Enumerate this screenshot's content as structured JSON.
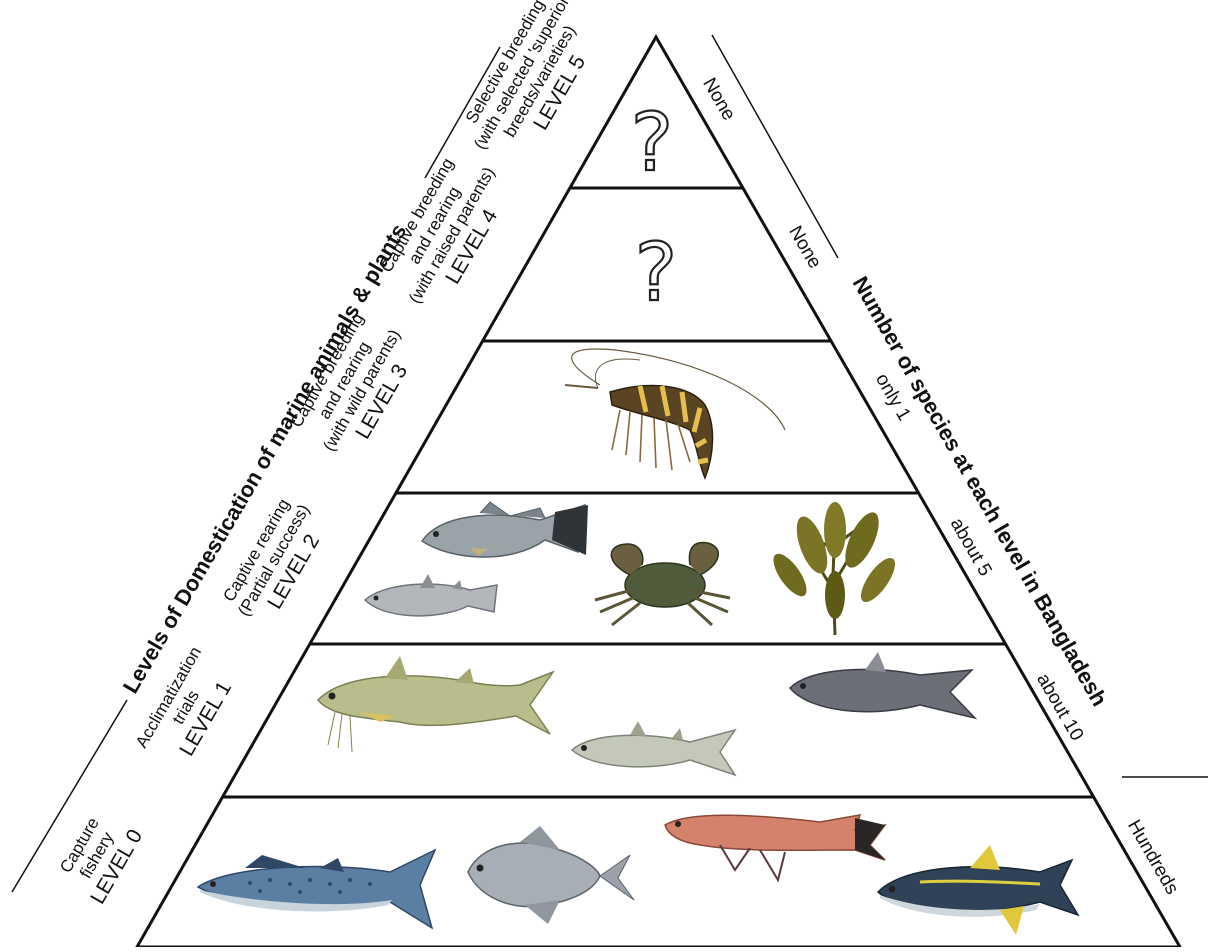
{
  "titles": {
    "left": "Levels of Domestication of marine animals & plants",
    "right": "Number of species at each level in Bangladesh"
  },
  "levels": [
    {
      "name": "LEVEL 5",
      "line1": "Selective breeding",
      "line2": "(with selected 'superior'",
      "line3": "breeds/varieties)",
      "count": "None"
    },
    {
      "name": "LEVEL 4",
      "line1": "Captive breeding",
      "line2": "and rearing",
      "line3": "(with raised parents)",
      "count": "None"
    },
    {
      "name": "LEVEL 3",
      "line1": "Captive breeding",
      "line2": "and rearing",
      "line3": "(with wild parents)",
      "count": "only 1"
    },
    {
      "name": "LEVEL 2",
      "line1": "Captive rearing",
      "line2": "(Partial success)",
      "count": "about 5"
    },
    {
      "name": "LEVEL 1",
      "line1": "Acclimatization",
      "line2": "trials",
      "count": "about 10"
    },
    {
      "name": "LEVEL 0",
      "line1": "Capture",
      "line2": "fishery",
      "count": "Hundreds"
    }
  ],
  "unknown_marker": "?",
  "illustrations": {
    "level3": [
      "shrimp"
    ],
    "level2": [
      "barramundi-fish",
      "mullet-fish",
      "mud-crab",
      "seaweed"
    ],
    "level1": [
      "threadfin-fish",
      "mullet-fish",
      "hilsa-fish"
    ],
    "level0": [
      "spanish-mackerel-fish",
      "pomfret-fish",
      "red-fish",
      "yellowfin-tuna-fish"
    ]
  },
  "colors": {
    "outline": "#111111",
    "fish_blue": "#5b7fa3",
    "fish_silver": "#a7aeb5",
    "fish_olive": "#b9bd8c",
    "shrimp_brown": "#5b4421",
    "crab_green": "#4f5b3a",
    "seaweed": "#6e6a1e",
    "red_fish": "#d4826c"
  }
}
